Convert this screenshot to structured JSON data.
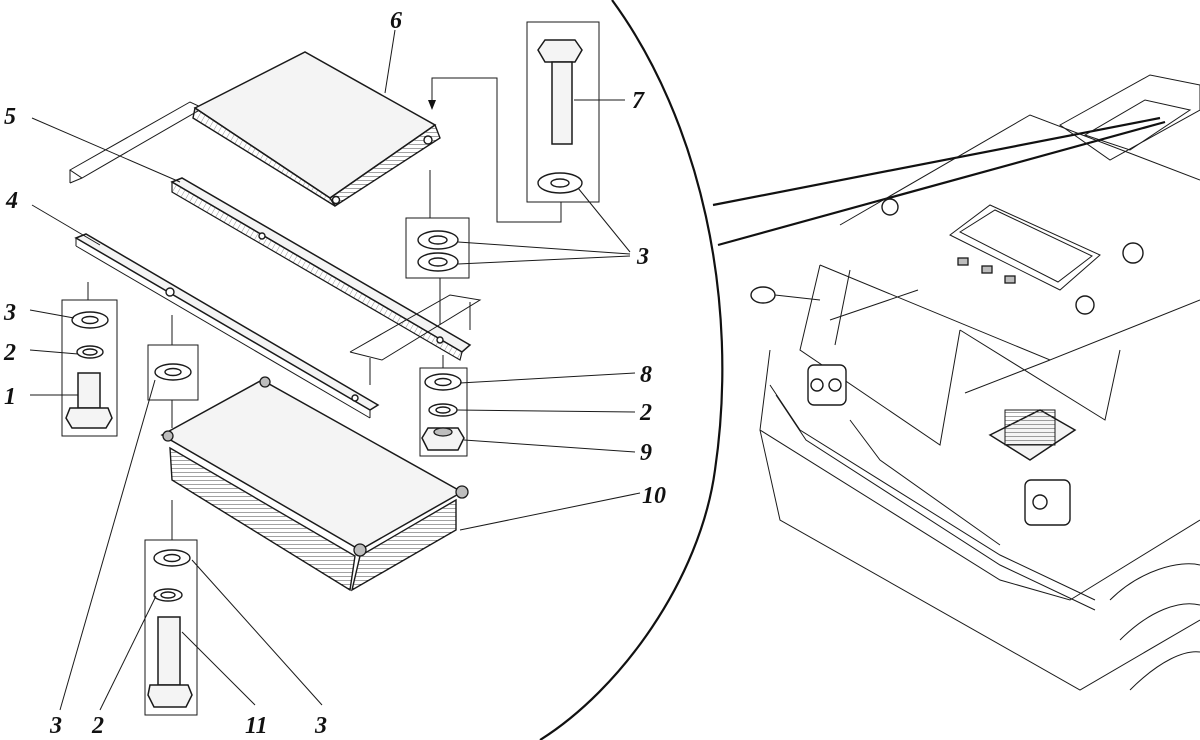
{
  "figure": {
    "callouts": [
      {
        "id": "c1",
        "label": "1"
      },
      {
        "id": "c2a",
        "label": "2"
      },
      {
        "id": "c3a",
        "label": "3"
      },
      {
        "id": "c4",
        "label": "4"
      },
      {
        "id": "c5",
        "label": "5"
      },
      {
        "id": "c6",
        "label": "6"
      },
      {
        "id": "c7",
        "label": "7"
      },
      {
        "id": "c3b",
        "label": "3"
      },
      {
        "id": "c8",
        "label": "8"
      },
      {
        "id": "c2b",
        "label": "2"
      },
      {
        "id": "c9",
        "label": "9"
      },
      {
        "id": "c10",
        "label": "10"
      },
      {
        "id": "c3c",
        "label": "3"
      },
      {
        "id": "c2c",
        "label": "2"
      },
      {
        "id": "c11",
        "label": "11"
      },
      {
        "id": "c3d",
        "label": "3"
      }
    ]
  }
}
